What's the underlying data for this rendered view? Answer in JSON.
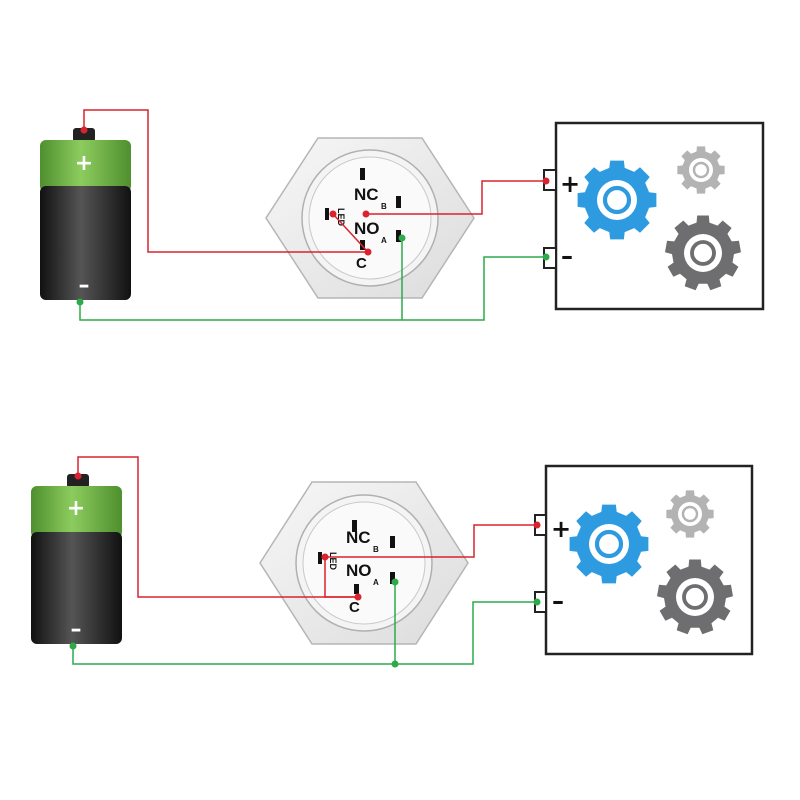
{
  "diagrams": [
    {
      "battery": {
        "plus": "+",
        "minus": "–"
      },
      "switch": {
        "nc": "NC",
        "b": "B",
        "no": "NO",
        "a": "A",
        "c": "C",
        "led": "LED"
      },
      "load": {
        "plus": "+",
        "minus": "–"
      }
    },
    {
      "battery": {
        "plus": "+",
        "minus": "–"
      },
      "switch": {
        "nc": "NC",
        "b": "B",
        "no": "NO",
        "a": "A",
        "c": "C",
        "led": "LED"
      },
      "load": {
        "plus": "+",
        "minus": "–"
      }
    }
  ],
  "colors": {
    "wire_positive": "#d9232e",
    "wire_negative": "#2eaa4a",
    "gear_blue": "#2e9be0",
    "gear_dark": "#6e6e70",
    "gear_light": "#b3b3b3",
    "battery_top": "#6bb24a",
    "battery_body": "#2a2a2a"
  }
}
